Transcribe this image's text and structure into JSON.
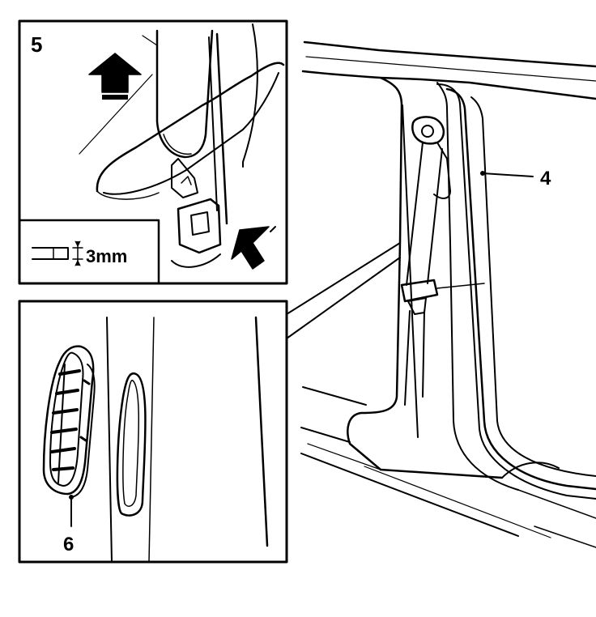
{
  "labels": {
    "panel_step": "5",
    "dimension": "3mm",
    "callout_b_pillar_trim": "4",
    "callout_vent": "6"
  },
  "colors": {
    "ink": "#000000",
    "paper": "#ffffff"
  }
}
